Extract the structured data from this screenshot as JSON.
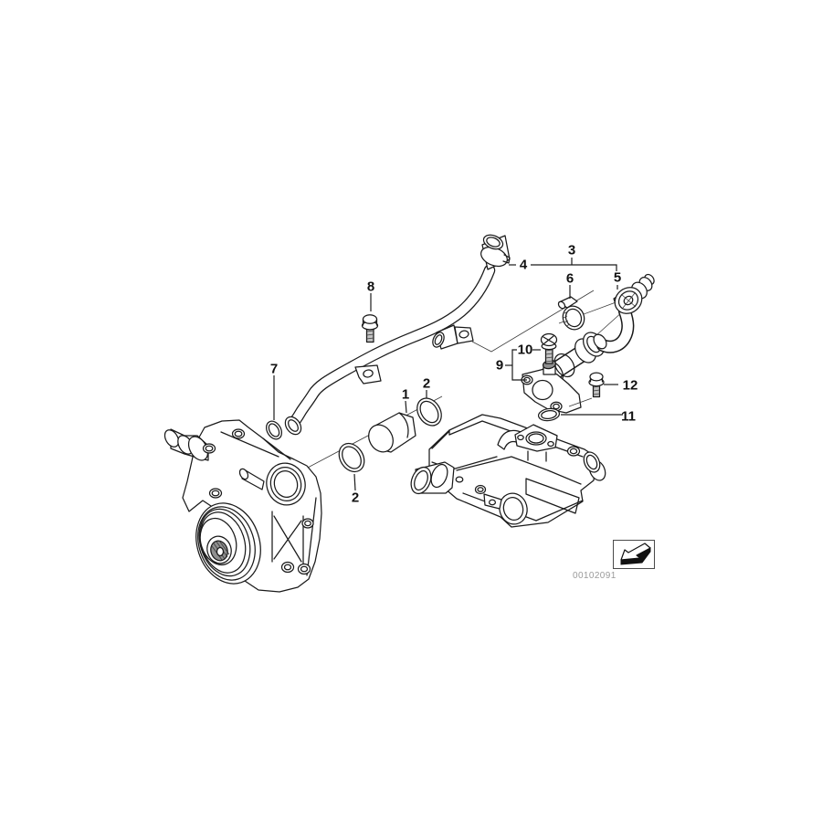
{
  "diagram": {
    "watermark": "00102091",
    "callouts": [
      {
        "label": "1"
      },
      {
        "label": "2"
      },
      {
        "label": "2"
      },
      {
        "label": "3"
      },
      {
        "label": "4"
      },
      {
        "label": "5"
      },
      {
        "label": "6"
      },
      {
        "label": "7"
      },
      {
        "label": "8"
      },
      {
        "label": "9"
      },
      {
        "label": "10"
      },
      {
        "label": "11"
      },
      {
        "label": "12"
      }
    ],
    "icons": {
      "nav_arrow": "back-arrow-icon"
    },
    "colors": {
      "line": "#1a1a1a",
      "watermark": "#9a9a9a",
      "background": "#ffffff"
    }
  }
}
